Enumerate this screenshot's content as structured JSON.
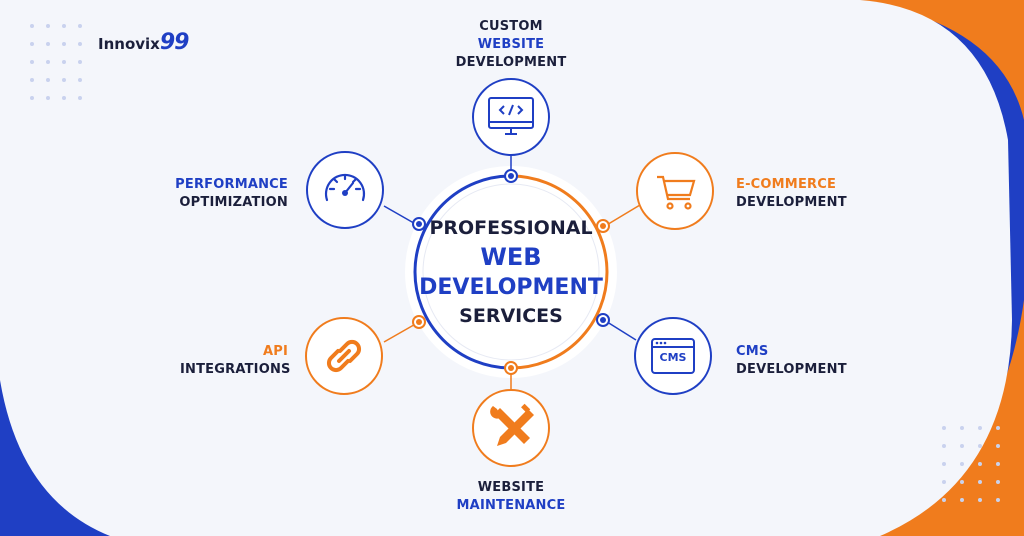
{
  "logo": {
    "text": "Innovix",
    "number": "99"
  },
  "center": {
    "line1": "PROFESSIONAL",
    "line2": "WEB",
    "line3": "DEVELOPMENT",
    "line4": "SERVICES"
  },
  "services": {
    "custom": {
      "line1": "CUSTOM",
      "line2": "WEBSITE",
      "line3": "DEVELOPMENT",
      "icon": "monitor-code-icon"
    },
    "ecommerce": {
      "line1": "E-COMMERCE",
      "line2": "DEVELOPMENT",
      "icon": "shopping-cart-icon"
    },
    "cms": {
      "line1": "CMS",
      "line2": "DEVELOPMENT",
      "icon_text": "CMS",
      "icon": "browser-window-icon"
    },
    "maintenance": {
      "line1": "WEBSITE",
      "line2": "MAINTENANCE",
      "icon": "wrench-screwdriver-icon"
    },
    "api": {
      "line1": "API",
      "line2": "INTEGRATIONS",
      "icon": "chain-link-icon"
    },
    "performance": {
      "line1": "PERFORMANCE",
      "line2": "OPTIMIZATION",
      "icon": "speedometer-icon"
    }
  },
  "colors": {
    "blue": "#1f3fc4",
    "orange": "#f07c1d",
    "dark": "#1b1f3b",
    "background": "#f4f6fb"
  }
}
